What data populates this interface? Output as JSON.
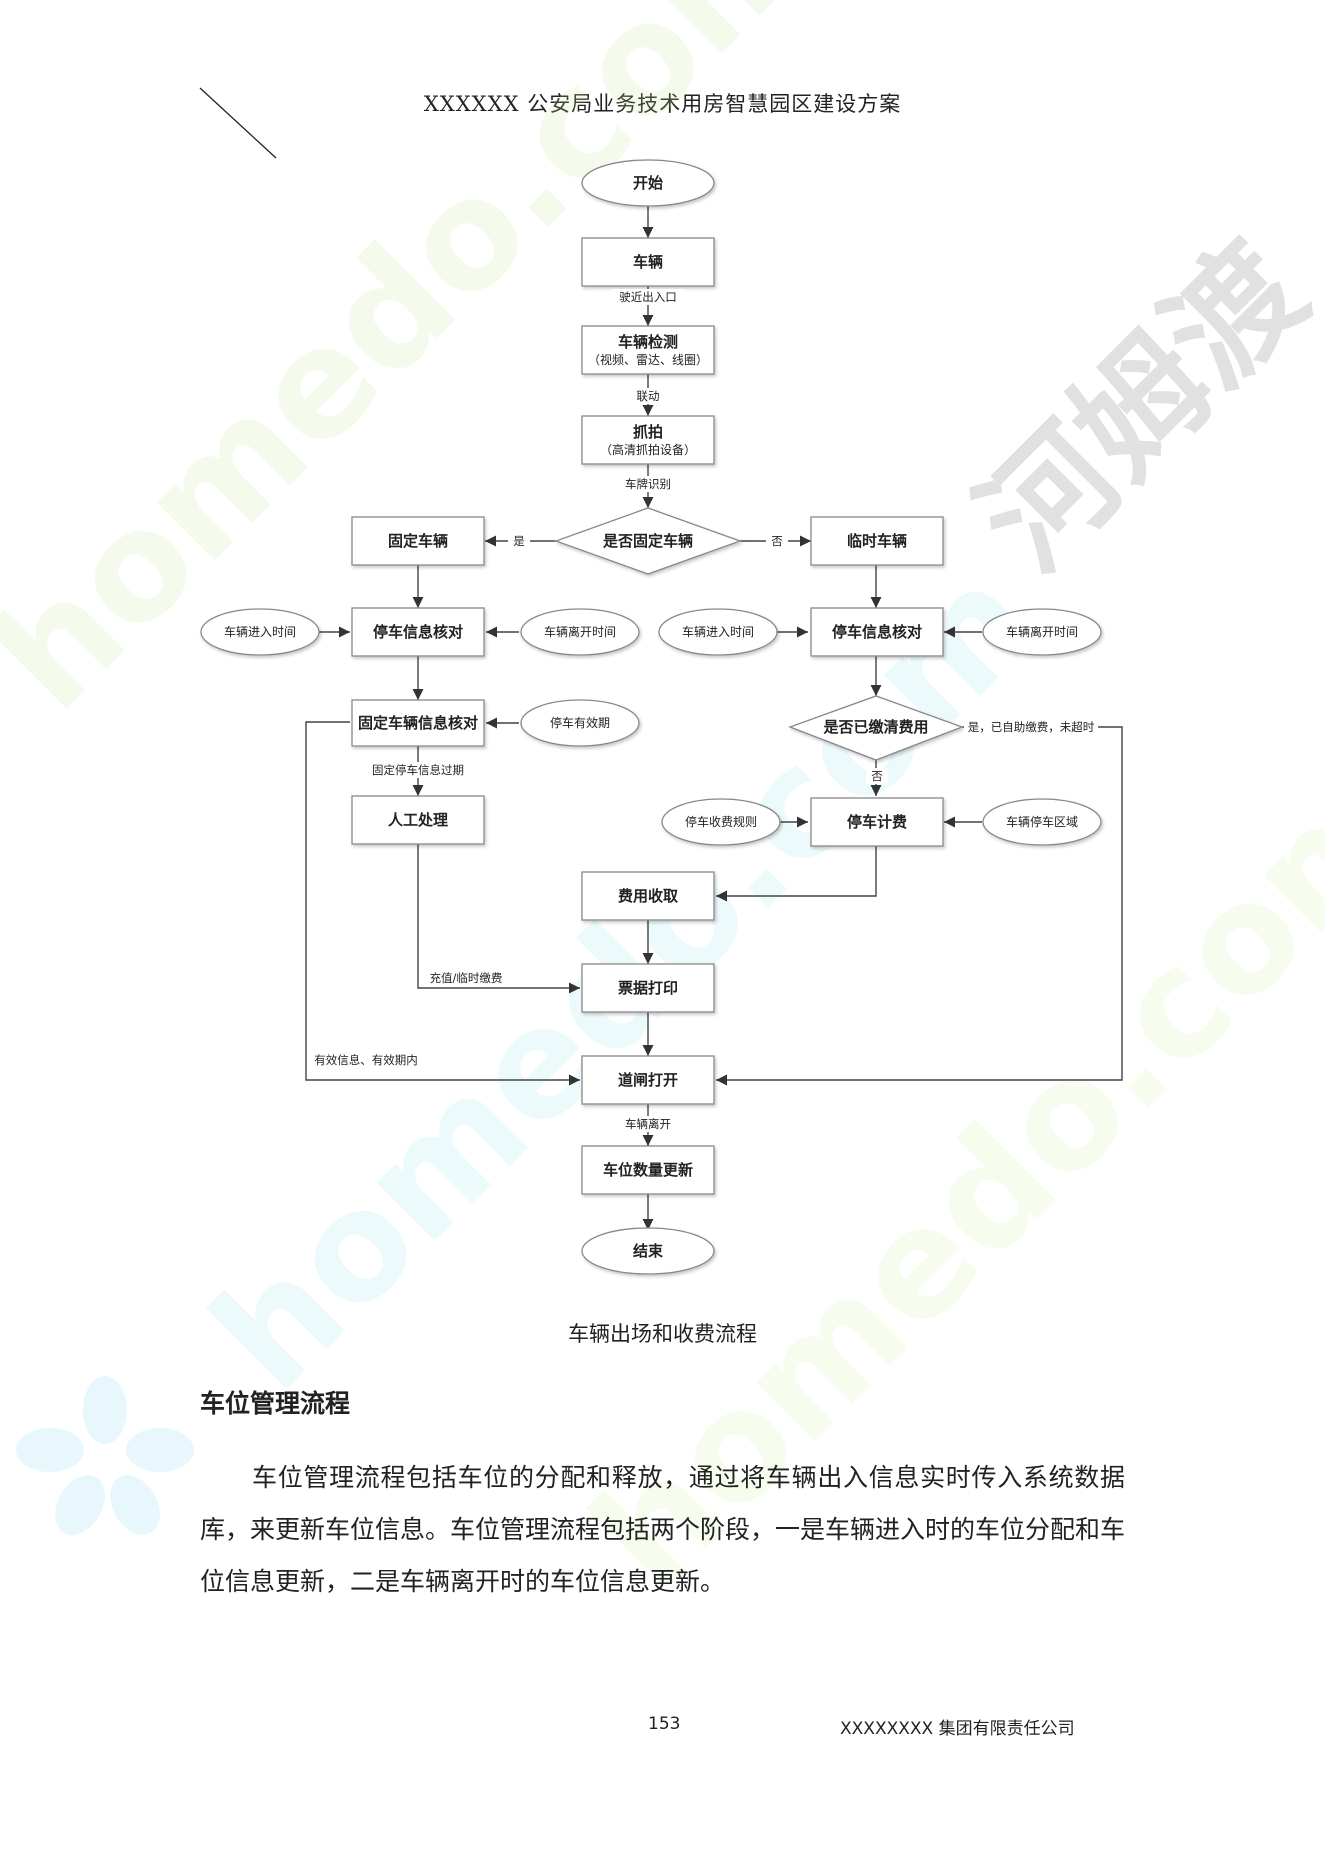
{
  "header": {
    "title": "XXXXXX 公安局业务技术用房智慧园区建设方案"
  },
  "flowchart": {
    "nodes": {
      "start": "开始",
      "vehicle": "车辆",
      "detect": "车辆检测",
      "detect_sub": "（视频、雷达、线圈）",
      "capture": "抓拍",
      "capture_sub": "（高清抓拍设备）",
      "is_fixed": "是否固定车辆",
      "fixed_vehicle": "固定车辆",
      "temp_vehicle": "临时车辆",
      "check_left": "停车信息核对",
      "check_right": "停车信息核对",
      "fixed_info_check": "固定车辆信息核对",
      "is_paid": "是否已缴清费用",
      "manual": "人工处理",
      "billing": "停车计费",
      "fee_collect": "费用收取",
      "ticket_print": "票据打印",
      "gate_open": "道闸打开",
      "space_update": "车位数量更新",
      "end": "结束"
    },
    "inputs": {
      "entry_time_left": "车辆进入时间",
      "exit_time_left": "车辆离开时间",
      "valid_period": "停车有效期",
      "entry_time_right": "车辆进入时间",
      "exit_time_right": "车辆离开时间",
      "fee_rule": "停车收费规则",
      "parking_area": "车辆停车区域"
    },
    "edge_labels": {
      "approach": "驶近出入口",
      "linkage": "联动",
      "plate": "车牌识别",
      "yes": "是",
      "no": "否",
      "expired": "固定停车信息过期",
      "no_paid": "否",
      "yes_paid": "是，已自助缴费，未超时",
      "recharge": "充值/临时缴费",
      "valid": "有效信息、有效期内",
      "leave": "车辆离开"
    }
  },
  "watermarks": {
    "site": "homedo.com",
    "brand": "河姆渡"
  },
  "caption": "车辆出场和收费流程",
  "section": {
    "title": "车位管理流程",
    "body": "车位管理流程包括车位的分配和释放，通过将车辆出入信息实时传入系统数据库，来更新车位信息。车位管理流程包括两个阶段，一是车辆进入时的车位分配和车位信息更新，二是车辆离开时的车位信息更新。"
  },
  "footer": {
    "page_number": "153",
    "company": "XXXXXXXX 集团有限责任公司"
  }
}
